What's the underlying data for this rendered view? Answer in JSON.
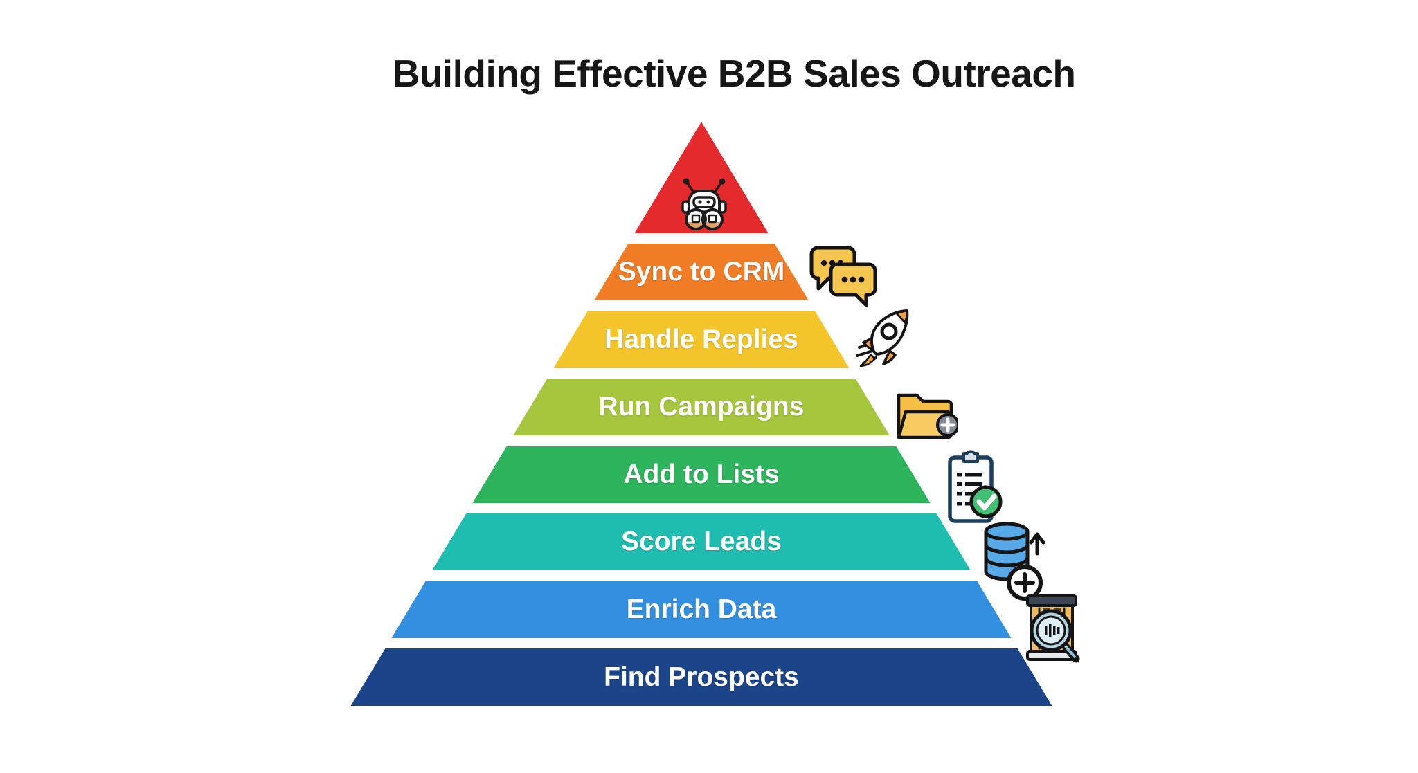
{
  "title": "Building Effective B2B Sales Outreach",
  "pyramid": {
    "levels": [
      {
        "label": "",
        "color": "#e52a2e",
        "icon": "robot-icon"
      },
      {
        "label": "Sync to CRM",
        "color": "#f07c26",
        "icon": "chat-bubbles-icon"
      },
      {
        "label": "Handle Replies",
        "color": "#f3c52b",
        "icon": "rocket-icon"
      },
      {
        "label": "Run Campaigns",
        "color": "#a6c63d",
        "icon": "folder-add-icon"
      },
      {
        "label": "Add to Lists",
        "color": "#2db45c",
        "icon": "clipboard-check-icon"
      },
      {
        "label": "Score Leads",
        "color": "#1fbcb0",
        "icon": "database-add-icon"
      },
      {
        "label": "Enrich Data",
        "color": "#338fe0",
        "icon": "company-search-icon"
      },
      {
        "label": "Find Prospects",
        "color": "#1c4489",
        "icon": null
      }
    ]
  },
  "colors": {
    "background": "#ffffff",
    "title_text": "#161616",
    "level_text": "#ffffff",
    "icon_amber": "#f4c54f",
    "icon_orange": "#f09f40",
    "icon_blue": "#57a9e8",
    "icon_green_check": "#41c074",
    "icon_outline": "#141414"
  }
}
